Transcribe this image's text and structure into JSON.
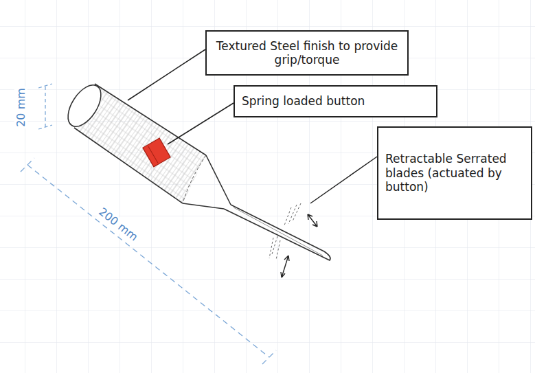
{
  "diagram": {
    "nodes": [
      {
        "text": [
          "Textured Steel finish to provide grip/torque"
        ]
      },
      {
        "text": [
          "Spring loaded button"
        ]
      },
      {
        "text": [
          "Retractable Serrated blades (actuated by button)"
        ]
      }
    ],
    "labels": [
      "20 mm",
      "200 mm"
    ]
  }
}
